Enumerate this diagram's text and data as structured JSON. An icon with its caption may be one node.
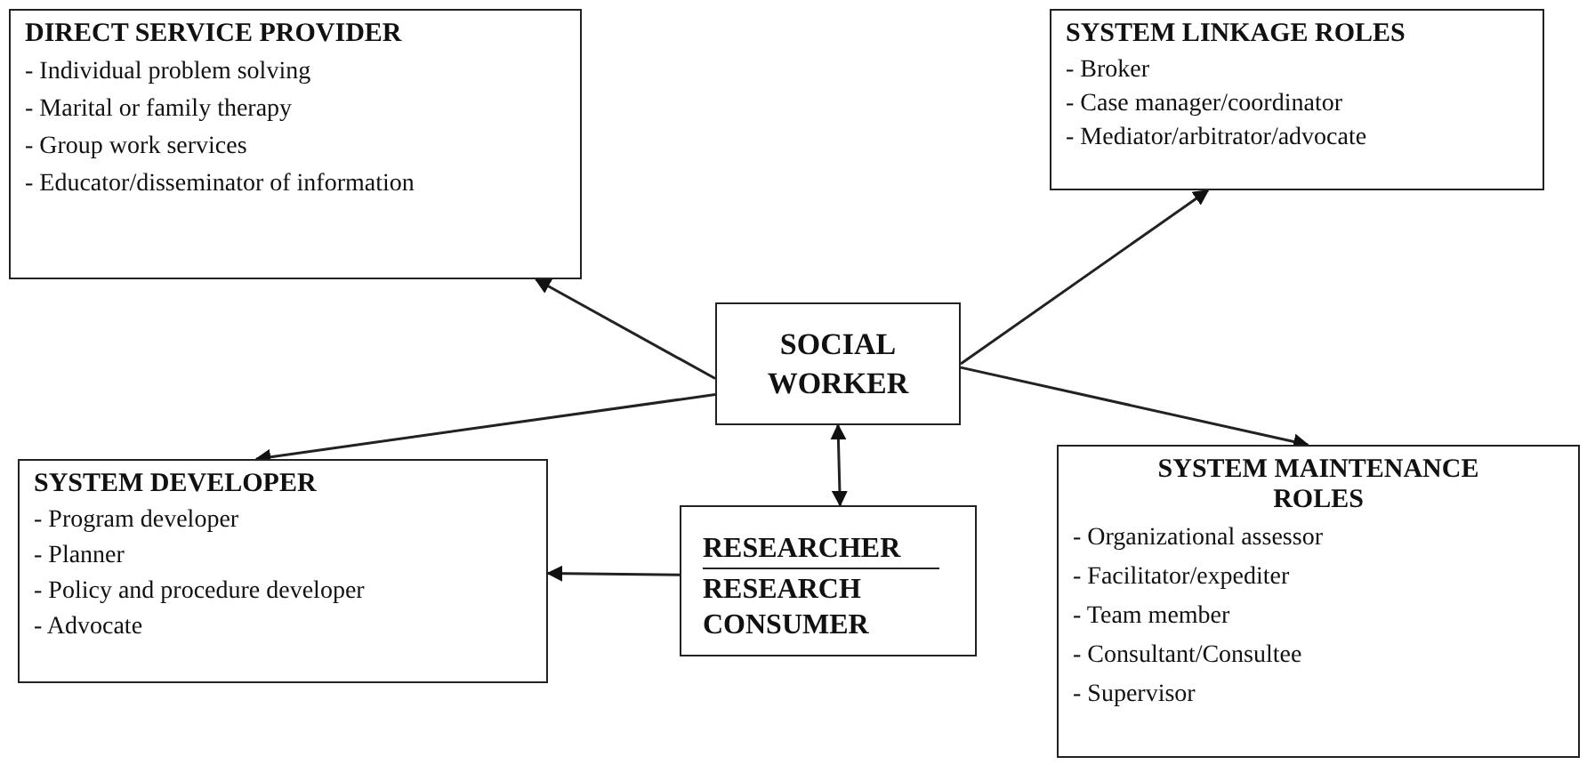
{
  "diagram": {
    "nodes": [
      {
        "text": [
          "DIRECT SERVICE PROVIDER",
          "- Individual problem solving",
          "- Marital or family therapy",
          "- Group work services",
          "- Educator/disseminator of information"
        ]
      },
      {
        "text": [
          "SYSTEM LINKAGE ROLES",
          "- Broker",
          "- Case manager/coordinator",
          "- Mediator/arbitrator/advocate"
        ]
      },
      {
        "text": [
          "SOCIAL WORKER"
        ]
      },
      {
        "text": [
          "SYSTEM DEVELOPER",
          "- Program developer",
          "- Planner",
          "- Policy and procedure developer",
          "- Advocate"
        ]
      },
      {
        "text": [
          "RESEARCHER",
          "RESEARCH CONSUMER"
        ]
      },
      {
        "text": [
          "SYSTEM MAINTENANCE ROLES",
          "- Organizational assessor",
          "- Facilitator/expediter",
          "- Team member",
          "- Consultant/Consultee",
          "- Supervisor"
        ]
      }
    ],
    "edges": [
      {
        "from": 2,
        "to": 0,
        "arrow": "to"
      },
      {
        "from": 2,
        "to": 1,
        "arrow": "to"
      },
      {
        "from": 2,
        "to": 3,
        "arrow": "to"
      },
      {
        "from": 2,
        "to": 5,
        "arrow": "to"
      },
      {
        "from": 2,
        "to": 4,
        "arrow": "both"
      },
      {
        "from": 4,
        "to": 3,
        "arrow": "to"
      }
    ]
  }
}
